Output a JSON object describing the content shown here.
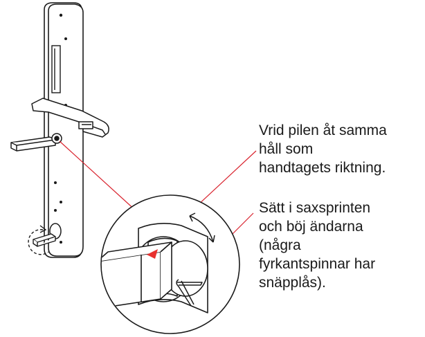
{
  "callouts": [
    {
      "lines": [
        "Vrid pilen åt samma",
        "håll som",
        "handtagets riktning."
      ]
    },
    {
      "lines": [
        "Sätt i saxsprinten",
        "och böj ändarna",
        "(några",
        "fyrkantspinnar har",
        "snäpplås)."
      ]
    }
  ],
  "colors": {
    "line": "#1a1a1a",
    "leader": "#d9232e",
    "arrow-marker": "#e8312f",
    "fill-light": "#ffffff"
  },
  "icons": [
    "rotation-arrow-icon",
    "dashed-rotation-icon",
    "red-triangle-marker-icon"
  ]
}
